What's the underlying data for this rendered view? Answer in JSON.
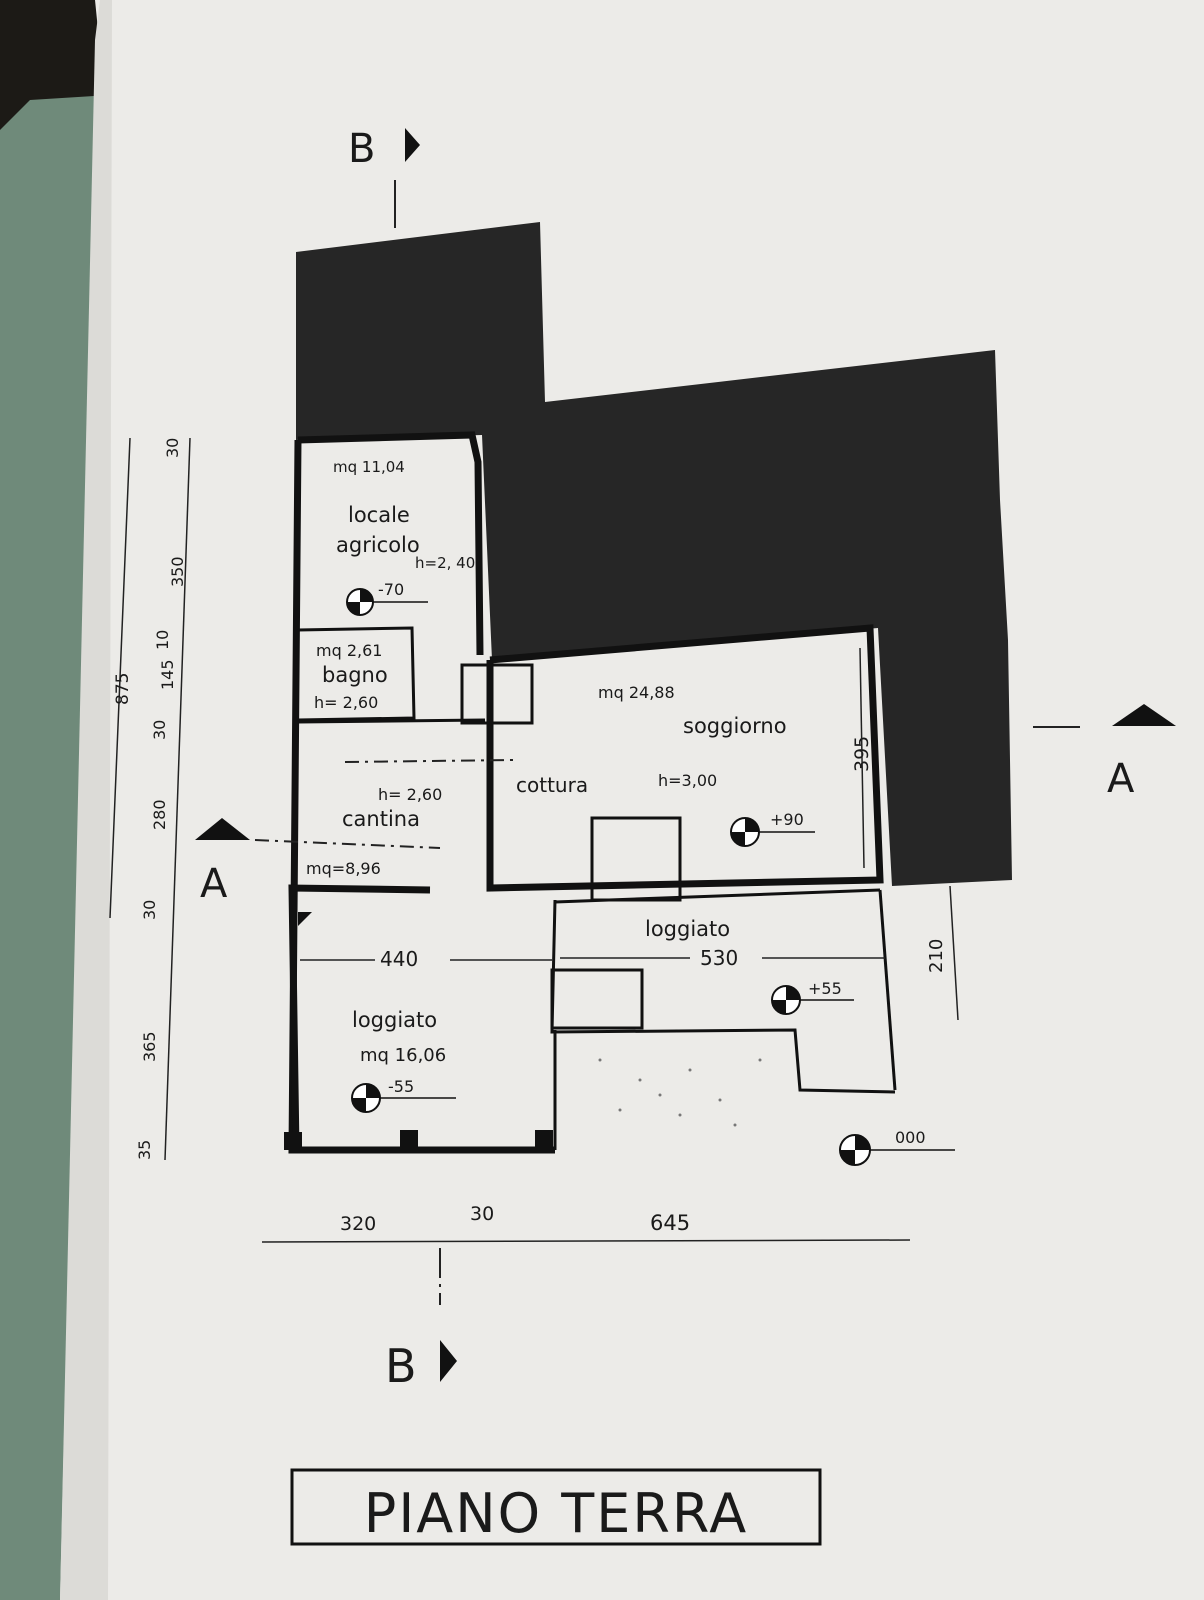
{
  "title": "PIANO TERRA",
  "section_markers": {
    "b_top": "B",
    "b_bottom": "B",
    "a_left": "A",
    "a_right": "A"
  },
  "rooms": {
    "locale_agricolo": {
      "area": "mq 11,04",
      "name_line1": "locale",
      "name_line2": "agricolo",
      "height": "h=2, 40",
      "level": "-70"
    },
    "bagno": {
      "area": "mq 2,61",
      "name": "bagno",
      "height": "h= 2,60"
    },
    "cantina": {
      "height": "h= 2,60",
      "name": "cantina",
      "area": "mq=8,96"
    },
    "soggiorno": {
      "area": "mq 24,88",
      "name": "soggiorno",
      "height": "h=3,00",
      "level": "+90",
      "dim": "395"
    },
    "cottura": {
      "name": "cottura"
    },
    "loggiato_left": {
      "name": "loggiato",
      "area": "mq 16,06",
      "level": "-55",
      "dim": "440"
    },
    "loggiato_right": {
      "name": "loggiato",
      "dim": "530",
      "level": "+55"
    },
    "ground": {
      "level": "000"
    }
  },
  "dims_left": {
    "total": "875",
    "d1": "30",
    "d2": "350",
    "d3": "10",
    "d4": "145",
    "d5": "30",
    "d6": "280",
    "d7": "30",
    "d8": "365",
    "d9": "35"
  },
  "dims_bottom": {
    "d1": "320",
    "d2": "30",
    "d3": "645"
  },
  "dims_right": {
    "d1": "210"
  }
}
